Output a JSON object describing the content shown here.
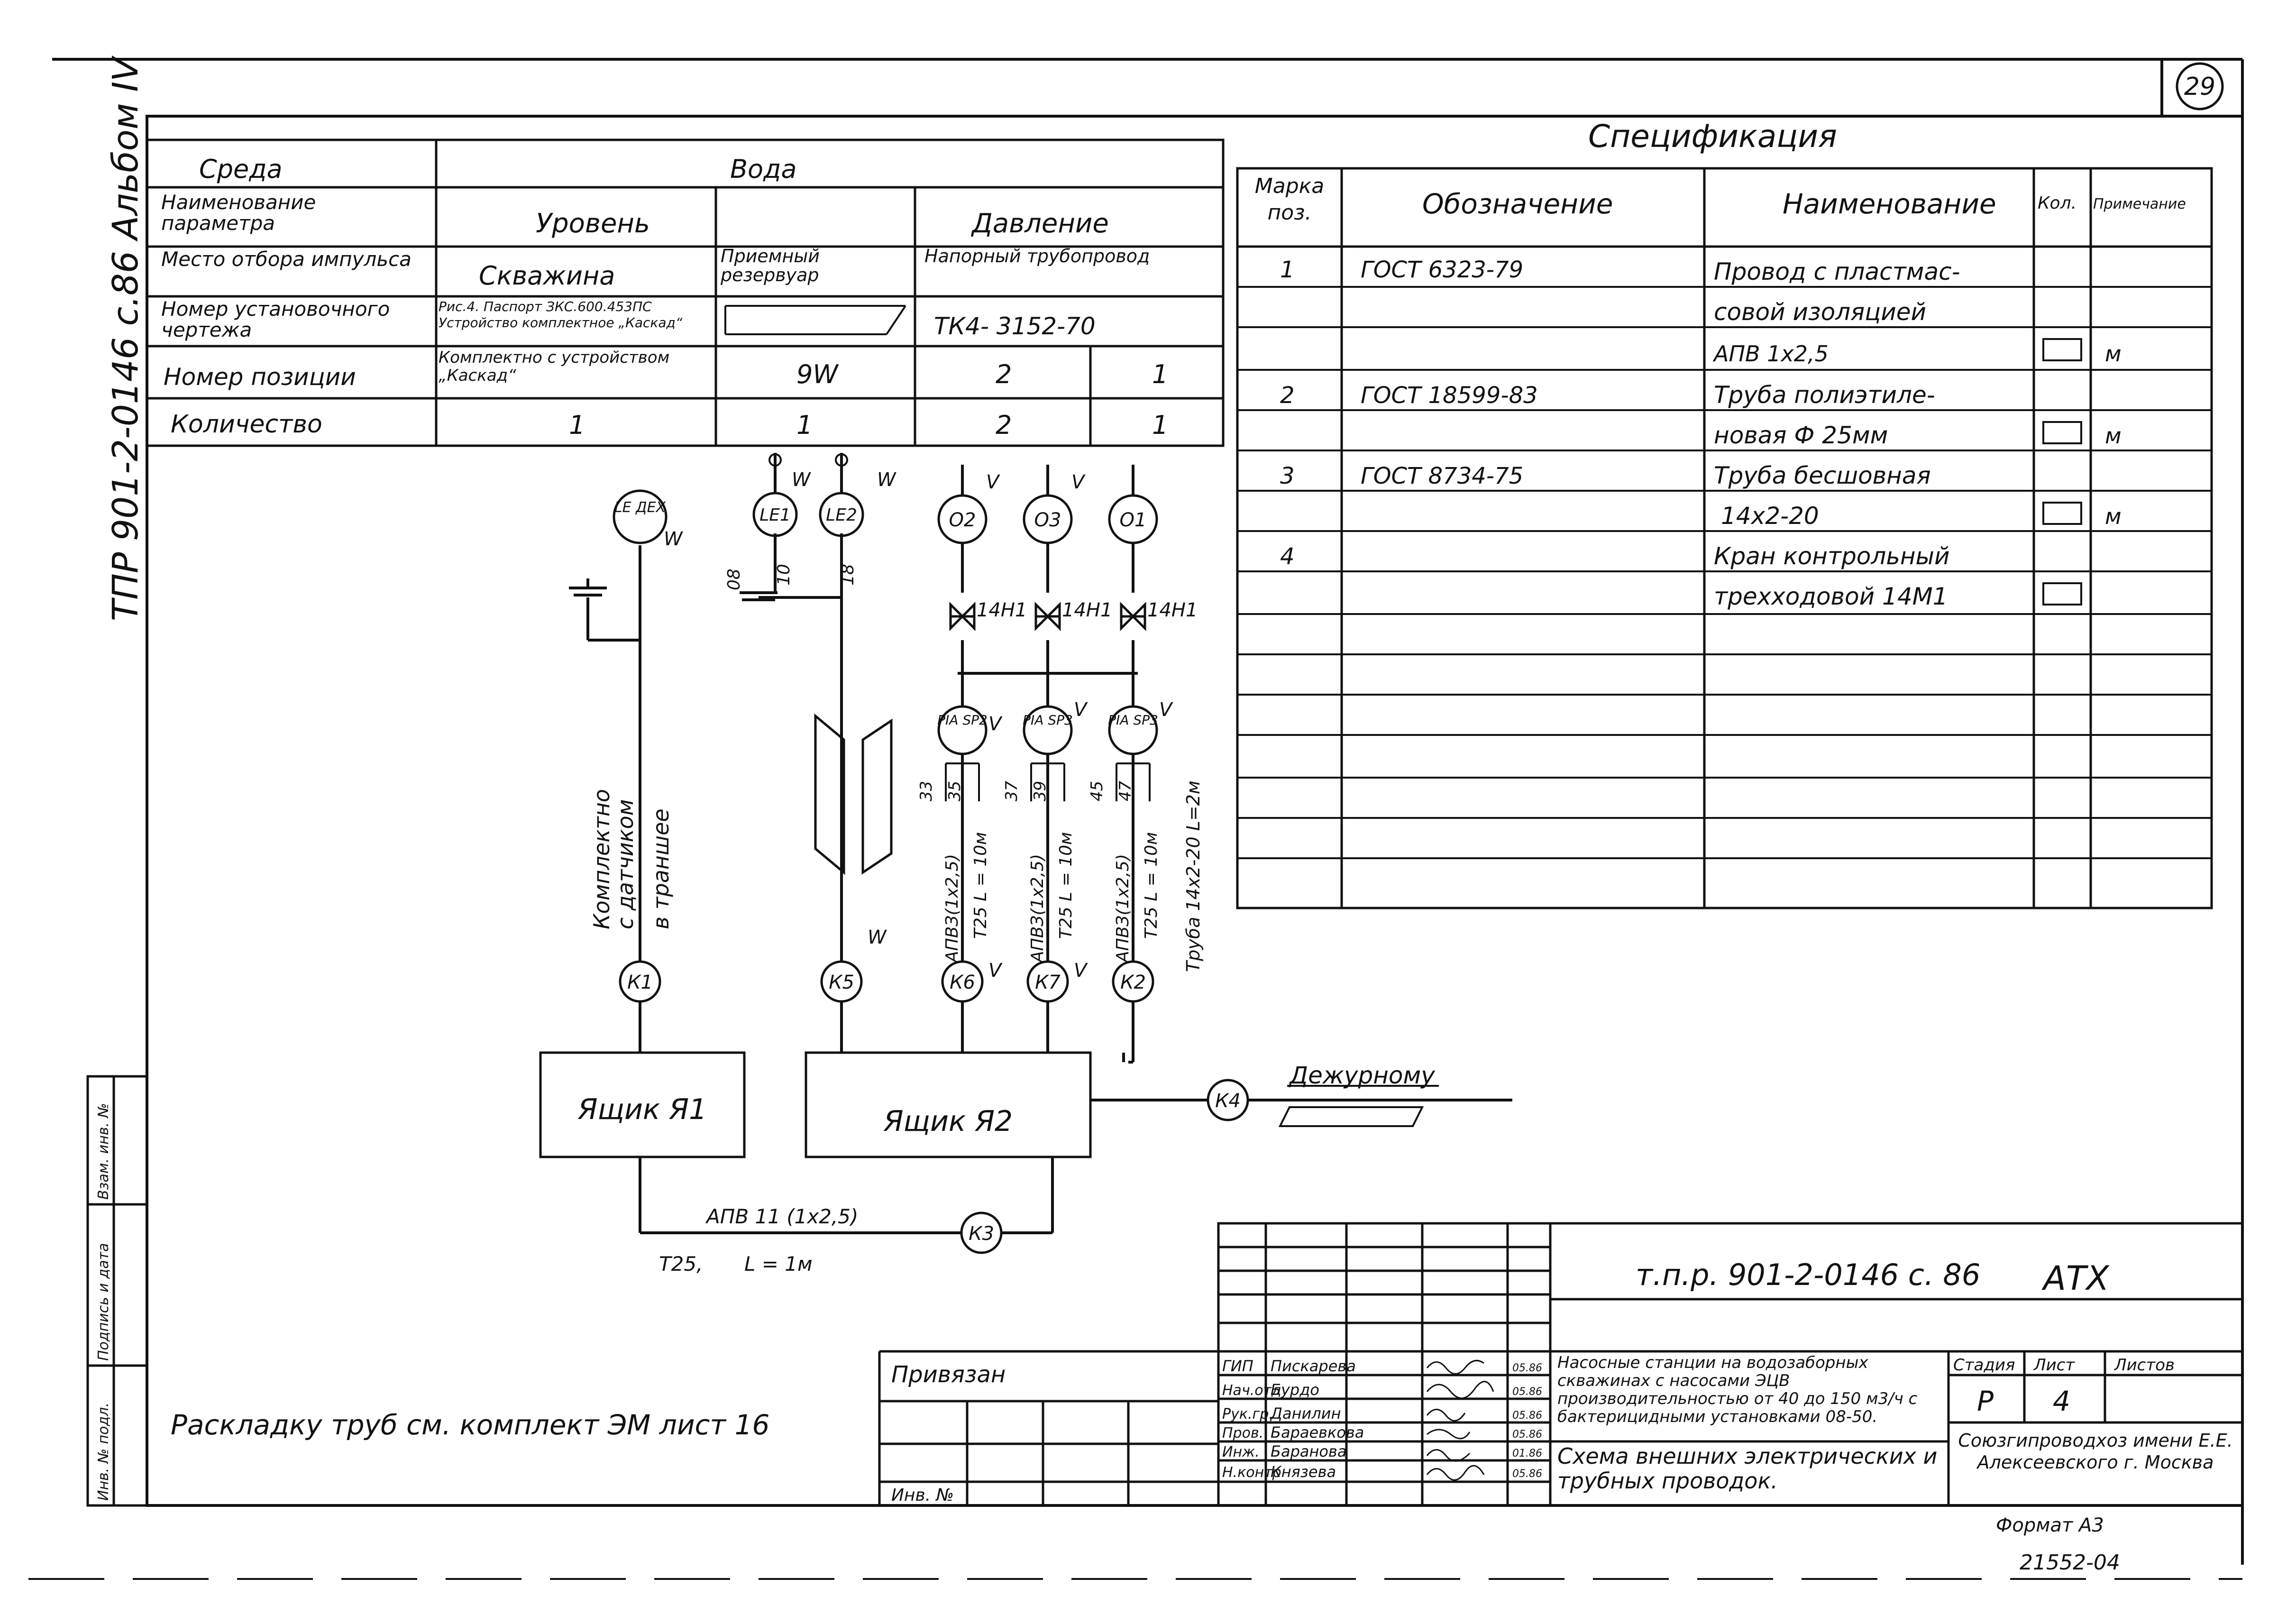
{
  "sheet": {
    "sheet_number": "29",
    "album_label": "ТПР 901-2-0146 с.86 Альбом IV",
    "format": "Формат А3",
    "inventory_code": "21552-04"
  },
  "params_table": {
    "rows": [
      {
        "label": "Среда",
        "value": "Вода"
      },
      {
        "label": "Наименование параметра",
        "level": "Уровень",
        "pressure": "Давление"
      },
      {
        "label": "Место отбора импульса",
        "c1": "Скважина",
        "c2": "Приемный резервуар",
        "c3": "Напорный трубопровод"
      },
      {
        "label": "Номер установочного чертежа",
        "c1": "Рис.4. Паспорт ЗКС.600.453ПС Устройство комплектное „Каскад“",
        "c3": "ТК4- 3152-70"
      },
      {
        "label": "Номер позиции",
        "c1": "Комплектно с устройством „Каскад“",
        "c2": "9W",
        "c3": "2",
        "c4": "1"
      },
      {
        "label": "Количество",
        "c1": "1",
        "c2": "1",
        "c3": "2",
        "c4": "1"
      }
    ]
  },
  "spec": {
    "title": "Спецификация",
    "headers": [
      "Марка поз.",
      "Обозначение",
      "Наименование",
      "Кол.",
      "Примечание"
    ],
    "rows": [
      {
        "pos": "1",
        "doc": "ГОСТ 6323-79",
        "name": "Провод с пластмас-"
      },
      {
        "pos": "",
        "doc": "",
        "name": "совой изоляцией"
      },
      {
        "pos": "",
        "doc": "",
        "name": "АПВ 1х2,5",
        "note": "м"
      },
      {
        "pos": "2",
        "doc": "ГОСТ 18599-83",
        "name": "Труба полиэтиле-"
      },
      {
        "pos": "",
        "doc": "",
        "name": "новая Ф 25мм",
        "note": "м"
      },
      {
        "pos": "3",
        "doc": "ГОСТ 8734-75",
        "name": "Труба бесшовная"
      },
      {
        "pos": "",
        "doc": "",
        "name": "14х2-20",
        "note": "м"
      },
      {
        "pos": "4",
        "doc": "",
        "name": "Кран контрольный"
      },
      {
        "pos": "",
        "doc": "",
        "name": "трехходовой 14М1"
      }
    ]
  },
  "diagram": {
    "instruments": {
      "lex": "LE ДЕХ",
      "le1": "LE1",
      "le2": "LE2",
      "o2": "О2",
      "o3": "О3",
      "o1": "О1",
      "pia2": "PIA SP2",
      "pia3": "PIA SP3",
      "pia1": "PIA SP3"
    },
    "valve_label": "14Н1",
    "letter_w": "W",
    "letter_v": "V",
    "sensor_note": [
      "Комплектно",
      "с датчиком",
      "в траншее"
    ],
    "wire_labels": [
      "10",
      "18",
      "08"
    ],
    "terminal_numbers": [
      "33",
      "35",
      "37",
      "39",
      "45",
      "47"
    ],
    "cable_mark": "АПВЗ(1х2,5)",
    "pipe_len": "Т25 L = 10м",
    "pipe_vertical": "Труба 14х2-20 L=2м",
    "connectors": [
      "К1",
      "К5",
      "К6",
      "К7",
      "К2",
      "К3",
      "К4"
    ],
    "box1": "Ящик Я1",
    "box2": "Ящик Я2",
    "duty_label": "Дежурному",
    "bottom_cable": "АПВ 11 (1х2,5)",
    "bottom_pipe": "Т25,",
    "bottom_len": "L = 1м",
    "layout_note": "Раскладку труб см. комплект ЭМ лист 16"
  },
  "title_block": {
    "code": "т.п.р. 901-2-0146 с. 86",
    "mark": "АТХ",
    "description": "Насосные станции на водозаборных скважинах с насосами ЭЦВ производительностью от 40 до 150 м3/ч с бактерицидными установками 08-50.",
    "sheet_title": "Схема внешних электрических и трубных проводок.",
    "stage_label": "Стадия",
    "stage": "Р",
    "sheet_label": "Лист",
    "sheet_no": "4",
    "sheets_label": "Листов",
    "org": "Союзгипроводхоз имени Е.Е. Алексеевского г. Москва",
    "bound": "Привязан",
    "inv": "Инв. №",
    "signers": [
      {
        "role": "ГИП",
        "name": "Пискарева",
        "date": "05.86"
      },
      {
        "role": "Нач.отд",
        "name": "Бурдо",
        "date": "05.86"
      },
      {
        "role": "Рук.гр.",
        "name": "Данилин",
        "date": "05.86"
      },
      {
        "role": "Пров.",
        "name": "Бараевкова",
        "date": "05.86"
      },
      {
        "role": "Инж.",
        "name": "Баранова",
        "date": "01.86"
      },
      {
        "role": "Н.контр",
        "name": "Князева",
        "date": "05.86"
      }
    ],
    "side_stamps": [
      "Взам. инв. №",
      "Подпись и дата",
      "Инв. № подл."
    ]
  }
}
